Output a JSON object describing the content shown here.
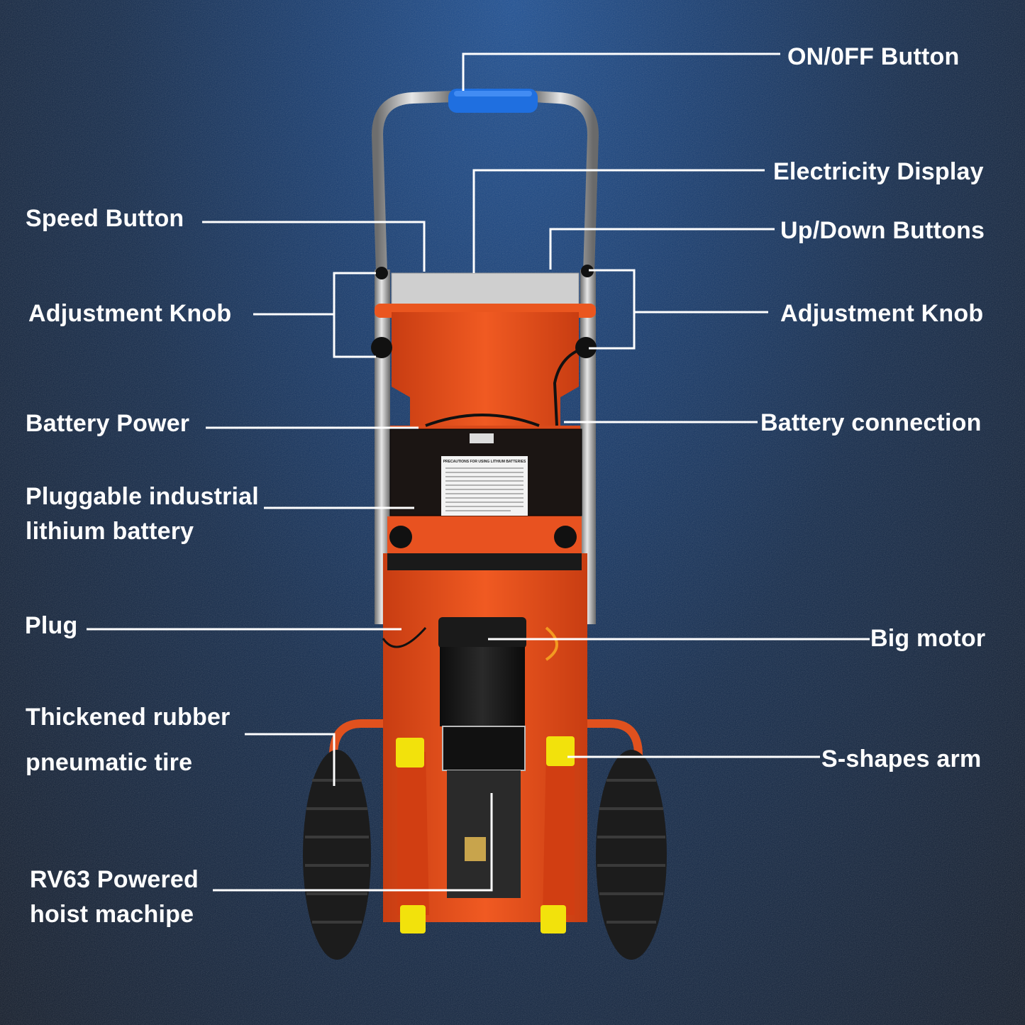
{
  "labels": {
    "on_off": "ON/0FF Button",
    "electricity_display": "Electricity Display",
    "speed_button": "Speed Button",
    "up_down_buttons": "Up/Down Buttons",
    "adjustment_knob_left": "Adjustment Knob",
    "adjustment_knob_right": "Adjustment Knob",
    "battery_power": "Battery Power",
    "battery_connection": "Battery connection",
    "pluggable_battery_line1": "Pluggable industrial",
    "pluggable_battery_line2": "lithium battery",
    "plug": "Plug",
    "big_motor": "Big motor",
    "rubber_tire_line1": "Thickened rubber",
    "rubber_tire_line2": "pneumatic tire",
    "s_shapes_arm": "S-shapes arm",
    "hoist_line1": "RV63 Powered",
    "hoist_line2": "hoist machipe"
  },
  "battery_sticker": {
    "title": "PRECAUTIONS FOR USING LITHIUM BATTERIES"
  },
  "colors": {
    "frame_orange": "#e8501f",
    "dark_orange": "#b9360f",
    "handle_blue": "#1f6fe0",
    "tire": "#1c1c1c",
    "yellow_pad": "#f2e20c",
    "steel": "#b8b8b8"
  }
}
